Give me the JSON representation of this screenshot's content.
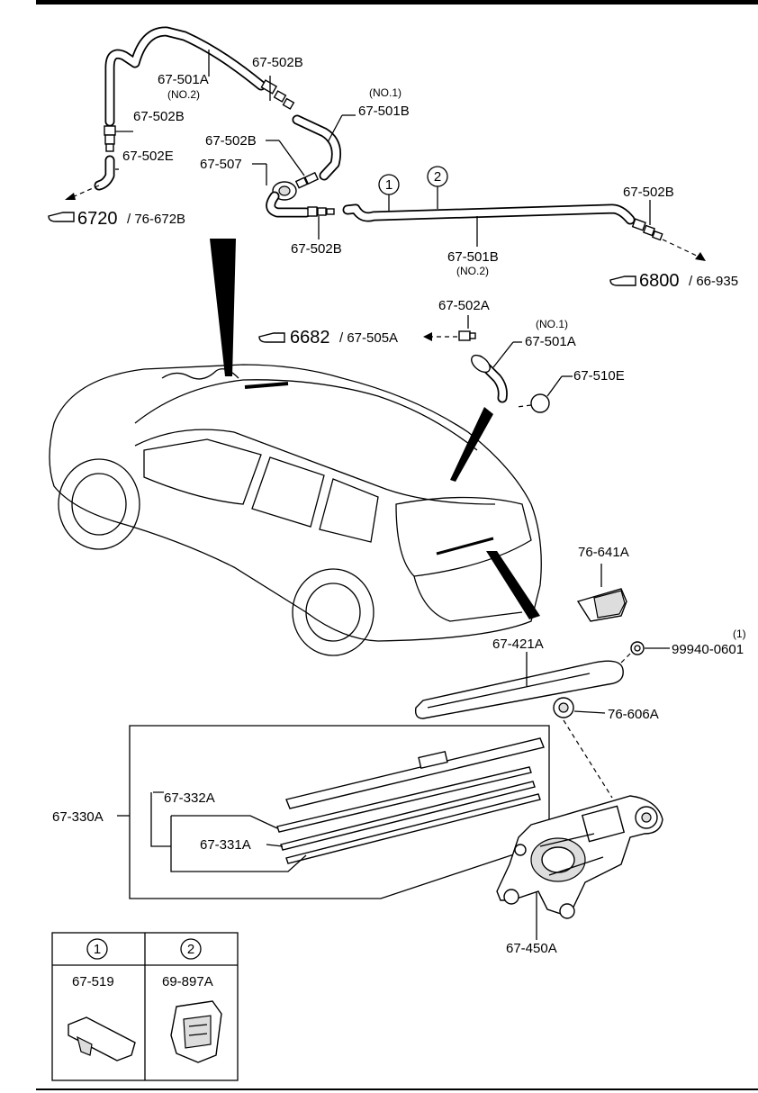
{
  "labels": {
    "hose_no2_upper": "67-501A",
    "hose_no2_upper_note": "(NO.2)",
    "joint_top": "67-502B",
    "joint_left": "67-502B",
    "joint_e": "67-502E",
    "hose_no1_upper_note": "(NO.1)",
    "hose_no1_upper": "67-501B",
    "joint_mid": "67-502B",
    "valve": "67-507",
    "joint_bottom": "67-502B",
    "joint_right": "67-502B",
    "hose_long": "67-501B",
    "hose_long_note": "(NO.2)",
    "nozzle": "67-502A",
    "hose_no1_lower_note": "(NO.1)",
    "hose_no1_lower": "67-501A",
    "nozzle_pump": "67-510E",
    "cap": "76-641A",
    "nut_qty": "(1)",
    "nut": "99940-0601",
    "arm": "67-421A",
    "pivot": "76-606A",
    "blade_assy": "67-330A",
    "blade_332": "67-332A",
    "blade_331": "67-331A",
    "motor": "67-450A",
    "clip_1": "67-519",
    "clip_2": "69-897A"
  },
  "circle_marks": {
    "one": "1",
    "two": "2"
  },
  "refs": {
    "left_main": "6720",
    "left_sub": "/ 76-672B",
    "right_main": "6800",
    "right_sub": "/ 66-935",
    "mid_main": "6682",
    "mid_sub": "/ 67-505A"
  }
}
